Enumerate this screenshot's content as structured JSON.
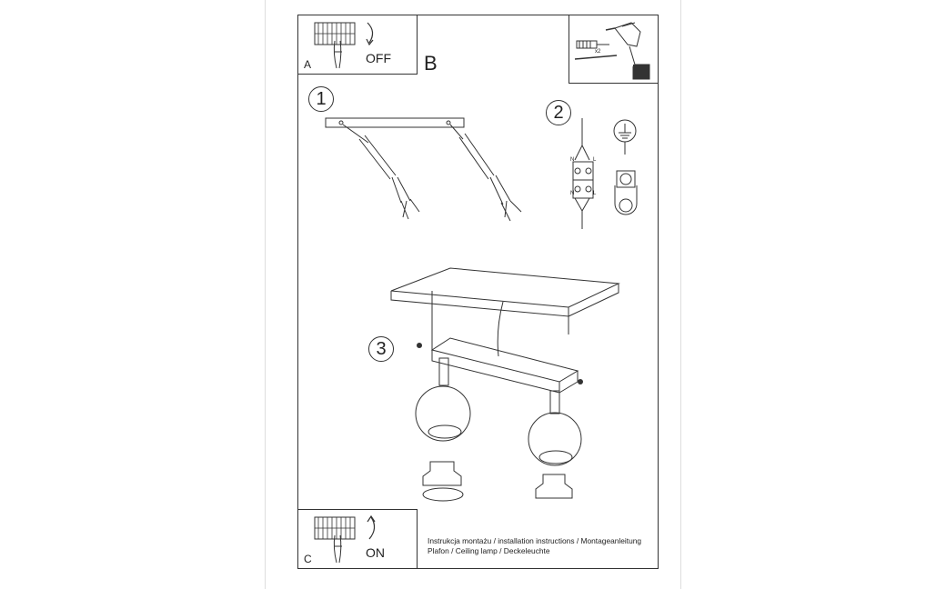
{
  "panels": {
    "a": {
      "letter": "A",
      "state": "OFF"
    },
    "b": {
      "letter": "B"
    },
    "c": {
      "letter": "C",
      "state": "ON"
    }
  },
  "tools": {
    "multiplier": "x2"
  },
  "steps": [
    {
      "number": "1"
    },
    {
      "number": "2"
    },
    {
      "number": "3"
    }
  ],
  "wiring": {
    "neutral": "N",
    "live": "L"
  },
  "footer": {
    "line1": "Instrukcja montażu / installation instructions / Montageanleitung",
    "line2": "Plafon / Ceiling lamp / Deckeleuchte"
  }
}
